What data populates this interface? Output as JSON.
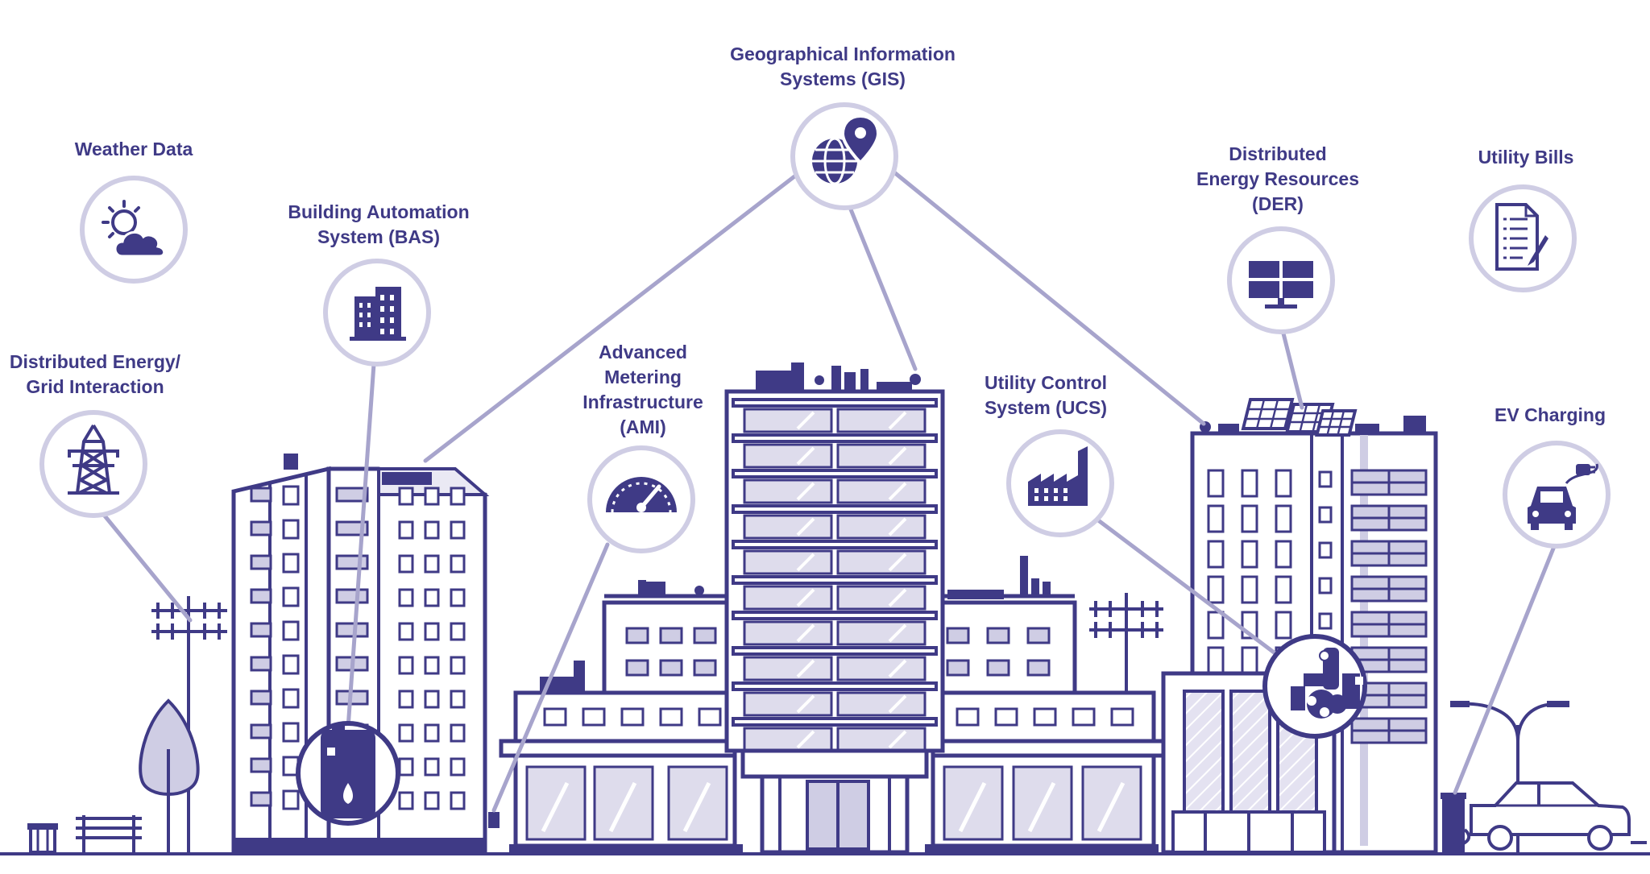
{
  "colors": {
    "primary": "#3f3a86",
    "light": "#cfcde4",
    "line": "#a7a4cc",
    "glass": "#dedcec",
    "background": "#ffffff"
  },
  "nodes": [
    {
      "id": "gis",
      "icon": "globe-location-pin-icon",
      "label_lines": [
        "Geographical Information",
        "Systems (GIS)"
      ]
    },
    {
      "id": "weather",
      "icon": "sun-cloud-icon",
      "label_lines": [
        "Weather Data"
      ]
    },
    {
      "id": "bas",
      "icon": "office-building-icon",
      "label_lines": [
        "Building Automation",
        "System (BAS)"
      ]
    },
    {
      "id": "grid",
      "icon": "transmission-tower-icon",
      "label_lines": [
        "Distributed Energy/",
        "Grid Interaction"
      ]
    },
    {
      "id": "ami",
      "icon": "speedometer-gauge-icon",
      "label_lines": [
        "Advanced",
        "Metering",
        "Infrastructure",
        "(AMI)"
      ]
    },
    {
      "id": "ucs",
      "icon": "factory-icon",
      "label_lines": [
        "Utility Control",
        "System (UCS)"
      ]
    },
    {
      "id": "der",
      "icon": "solar-panel-icon",
      "label_lines": [
        "Distributed",
        "Energy Resources",
        "(DER)"
      ]
    },
    {
      "id": "bills",
      "icon": "document-bill-icon",
      "label_lines": [
        "Utility Bills"
      ]
    },
    {
      "id": "ev",
      "icon": "electric-car-plug-icon",
      "label_lines": [
        "EV Charging"
      ]
    }
  ],
  "connections": [
    [
      "gis",
      "bas-building-roof"
    ],
    [
      "gis",
      "central-tower-roof"
    ],
    [
      "gis",
      "der-building-roof"
    ],
    [
      "grid",
      "power-pole"
    ],
    [
      "bas",
      "water-heater"
    ],
    [
      "ami",
      "meter-box"
    ],
    [
      "ucs",
      "equipment-room"
    ],
    [
      "der",
      "rooftop-solar-array"
    ],
    [
      "ev",
      "ev-charger"
    ]
  ]
}
